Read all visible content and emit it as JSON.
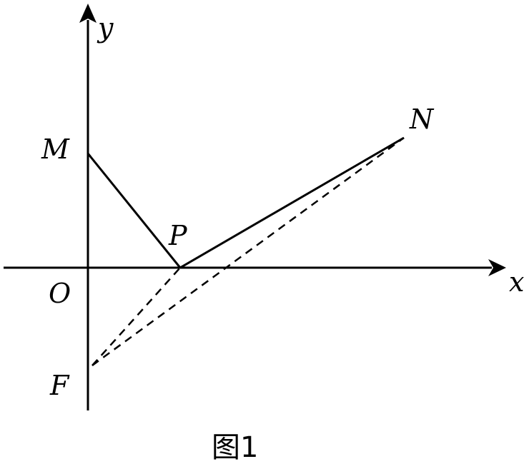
{
  "diagram": {
    "labels": {
      "y_axis": "y",
      "x_axis": "x",
      "origin": "O",
      "point_m": "M",
      "point_n": "N",
      "point_p": "P",
      "point_f": "F"
    },
    "caption": "图1",
    "segments": [
      {
        "from": "M",
        "to": "P",
        "style": "solid"
      },
      {
        "from": "P",
        "to": "N",
        "style": "solid"
      },
      {
        "from": "F",
        "to": "P",
        "style": "dashed"
      },
      {
        "from": "F",
        "to": "N",
        "style": "dashed"
      }
    ]
  }
}
